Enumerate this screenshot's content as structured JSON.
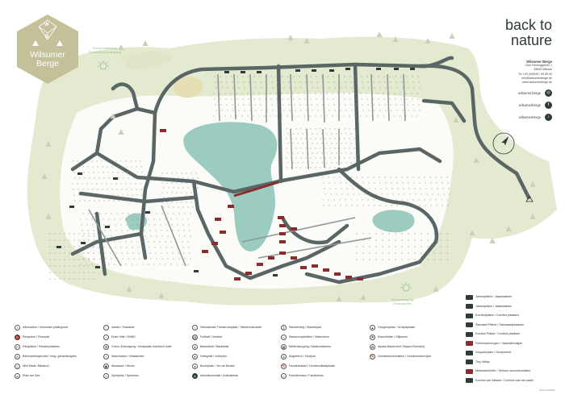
{
  "logo": {
    "letters": [
      "W",
      "B"
    ],
    "title_line1": "Wilsumer",
    "title_line2": "Berge"
  },
  "brand": {
    "line1": "back to",
    "line2": "nature"
  },
  "address": {
    "name": "Wilsumer Berge",
    "lines": [
      "Zum Ferienggebiet 1",
      "49849 Wilsum",
      "Tel +49 (0)5945 / 95 55 00",
      "info@wilsumerberge.de",
      "www.wilsumerberge.de"
    ]
  },
  "social": [
    {
      "label": "wilsumer.berge",
      "icon": "instagram-icon"
    },
    {
      "label": "wilsumerberge",
      "icon": "facebook-icon"
    },
    {
      "label": "wilsumerberge",
      "icon": "tiktok-icon"
    }
  ],
  "map_labels": {
    "sunset": "Sonnenuntergang\nSunset/Zonsondergang",
    "sunrise": "Sonnenaufgang\nZonsopkomst"
  },
  "legend": [
    {
      "sym": "i",
      "style": "light",
      "text": "Information / Informatie plattegrond"
    },
    {
      "sym": "R",
      "style": "red",
      "text": "Rezeption / Receptie"
    },
    {
      "sym": "P",
      "style": "light",
      "text": "Parkplätze / Parkeerplaatsen"
    },
    {
      "sym": "♿",
      "style": "light",
      "text": "Behindertengerecht / toeg. gehandicapten"
    },
    {
      "sym": "🛒",
      "style": "light",
      "text": "Mini Markt, Bäckerei"
    },
    {
      "sym": "☕",
      "style": "light",
      "text": "Platz am See"
    },
    {
      "sym": "🍴",
      "style": "light",
      "text": "Imbiss / Snackbar"
    },
    {
      "sym": "+",
      "style": "light",
      "text": "Erste Hilfe / EHBO"
    },
    {
      "sym": "♻",
      "style": "light",
      "text": "Chem.-Entsorgung / stortplaats chemisch toilet"
    },
    {
      "sym": "≈",
      "style": "light",
      "text": "Waschsalon / Wasserette"
    },
    {
      "sym": "▣",
      "style": "light",
      "text": "Abwasser / Afvoer"
    },
    {
      "sym": "☺",
      "style": "light",
      "text": "Spielplatz / Speeltuin"
    },
    {
      "sym": "⌂",
      "style": "light",
      "text": "Überdachter Trichterrostplatz / Tafeltennisruimte"
    },
    {
      "sym": "⚽",
      "style": "light",
      "text": "Fußball / Voetbal"
    },
    {
      "sym": "●",
      "style": "light",
      "text": "Basketball / Basketbal"
    },
    {
      "sym": "●",
      "style": "light",
      "text": "Volleyball / Volleybal"
    },
    {
      "sym": "●",
      "style": "light",
      "text": "Bouleplatz / Jeu de Boules"
    },
    {
      "sym": "A",
      "style": "dark",
      "text": "Animationshalle / Animatiehal"
    },
    {
      "sym": "🚶",
      "style": "light",
      "text": "Wanderweg / Wandelpad"
    },
    {
      "sym": "≈",
      "style": "light",
      "text": "Wasserzapfstellen / Watertoren"
    },
    {
      "sym": "▦",
      "style": "light",
      "text": "Müllentsorgung / Afvalcontainers"
    },
    {
      "sym": "⚓",
      "style": "light",
      "text": "Angelteich / Visvijver"
    },
    {
      "sym": "🐕",
      "style": "light",
      "text": "Hundeauslauf / Hondenuitlaatplaats"
    },
    {
      "sym": "⌂",
      "style": "light",
      "text": "Familienhaus / Familiehuis"
    },
    {
      "sym": "▲",
      "style": "light",
      "text": "Gruppenplatz / Groepsplaats"
    },
    {
      "sym": "⚑",
      "style": "light",
      "text": "Kutschhütte / Glijbanen"
    },
    {
      "sym": "✿",
      "style": "light",
      "text": "Alpaka Bauernhof / Alpaca Boerderij"
    },
    {
      "sym": "🐕",
      "style": "light",
      "text": "Hundeschwimmteich / Hondenzwemvijver"
    }
  ],
  "legend_right": [
    {
      "box": "dark",
      "text": "Jahresplätze / Jaarplaatsen"
    },
    {
      "box": "dark",
      "text": "Jahresplätze / Jaarplaatsen"
    },
    {
      "box": "dark",
      "text": "Komfortplätze / Comfort plaatsen"
    },
    {
      "box": "dark",
      "text": "Standard Plätze / Standaardplaatsen"
    },
    {
      "box": "dark",
      "text": "Komfort Plätze / Comfort plaatsen"
    },
    {
      "box": "red",
      "text": "Ferienwohnungen / Vakantiehuisjes"
    },
    {
      "box": "dark",
      "text": "Gruppenplatz / Groepsveld"
    },
    {
      "box": "dark",
      "text": "Tiny Valley"
    },
    {
      "box": "red",
      "text": "Mietunterkünfte / Verhuur accommodaties"
    },
    {
      "box": "dark",
      "text": "Komfort am Wasser / Comfort aan het water"
    }
  ],
  "fine_print": "Stand 04/2023",
  "colors": {
    "road": "#5a6566",
    "lake": "#9ccbbf",
    "green": "#e4ead0",
    "dark": "#2f3a3a",
    "accent": "#8a2c2c",
    "logo": "#c4c09a"
  }
}
